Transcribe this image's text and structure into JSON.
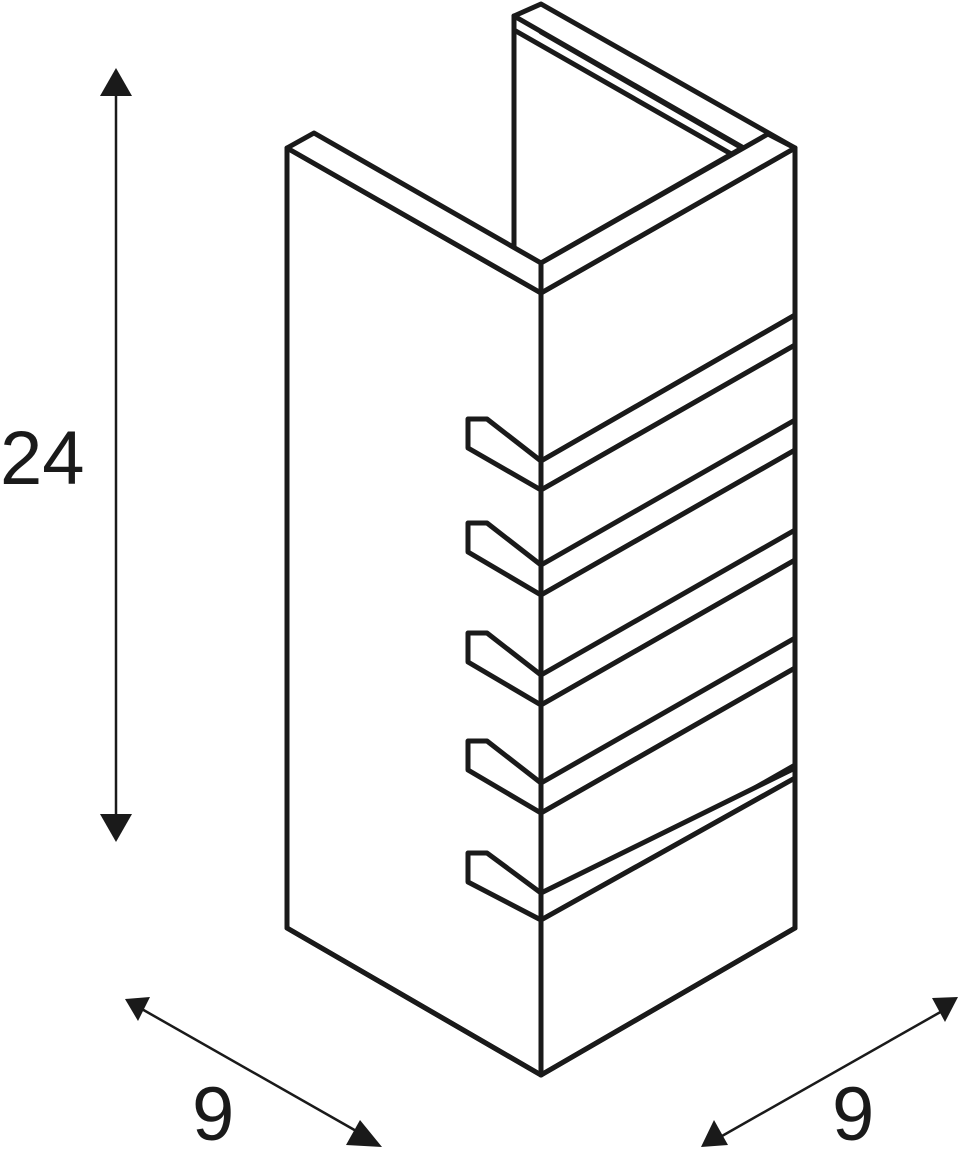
{
  "dimensions": {
    "height": "24",
    "depth_left": "9",
    "depth_right": "9"
  },
  "colors": {
    "line": "#1a1a1a",
    "background": "#ffffff"
  },
  "drawing": {
    "object": "slotted-wall-lamp-body",
    "slot_count": 5
  }
}
